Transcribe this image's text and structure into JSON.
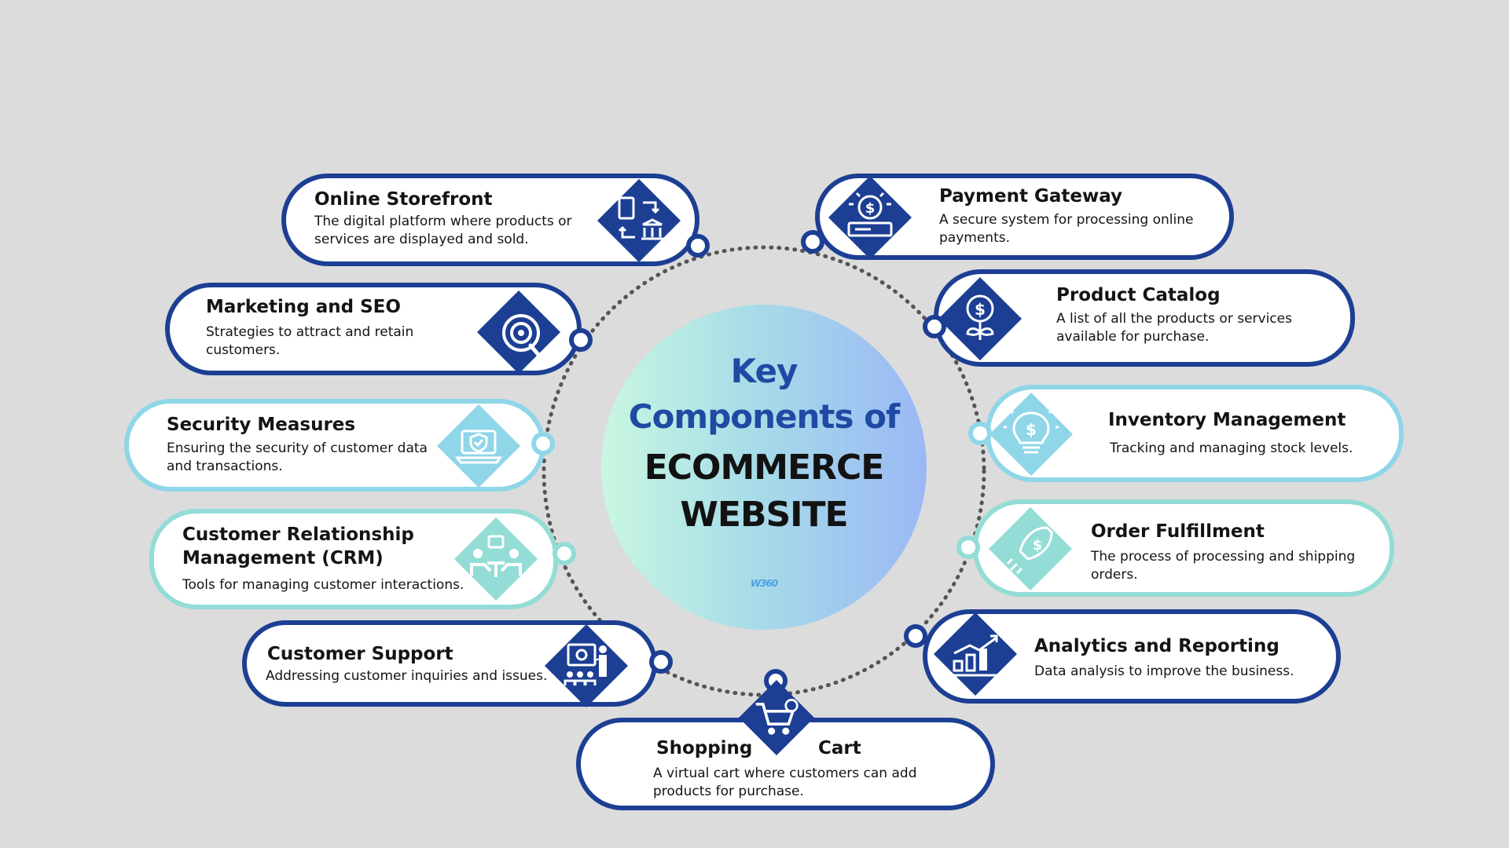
{
  "center": {
    "line1": "Key",
    "line2": "Components of",
    "line3": "ECOMMERCE",
    "line4": "WEBSITE",
    "logo": "W360"
  },
  "components": [
    {
      "title": "Online Storefront",
      "desc": "The digital platform where products or services are displayed and sold.",
      "icon": "storefront-exchange-icon"
    },
    {
      "title": "Marketing and SEO",
      "desc": "Strategies to attract and retain customers.",
      "icon": "search-target-icon"
    },
    {
      "title": "Security Measures",
      "desc": "Ensuring the security of customer data and transactions.",
      "icon": "shield-laptop-icon"
    },
    {
      "title": "Customer Relationship Management (CRM)",
      "desc": "Tools for managing customer interactions.",
      "icon": "meeting-people-icon"
    },
    {
      "title": "Customer Support",
      "desc": "Addressing customer inquiries and issues.",
      "icon": "presentation-support-icon"
    },
    {
      "title": "Shopping",
      "title2": "Cart",
      "desc": "A virtual cart where customers can add products for purchase.",
      "icon": "shopping-cart-icon"
    },
    {
      "title": "Payment Gateway",
      "desc": "A secure system for processing online payments.",
      "icon": "payment-terminal-icon"
    },
    {
      "title": "Product Catalog",
      "desc": "A list of all the products or services available for purchase.",
      "icon": "dollar-plant-icon"
    },
    {
      "title": "Inventory Management",
      "desc": "Tracking and managing stock levels.",
      "icon": "dollar-bulb-icon"
    },
    {
      "title": "Order Fulfillment",
      "desc": "The process of processing and shipping orders.",
      "icon": "rocket-dollar-icon"
    },
    {
      "title": "Analytics and Reporting",
      "desc": "Data analysis to improve the business.",
      "icon": "growth-chart-icon"
    }
  ],
  "colors": {
    "dark": "#1c3f94",
    "light": "#8fd6e8",
    "teal": "#93ddd6",
    "background": "#dcdcdc"
  }
}
